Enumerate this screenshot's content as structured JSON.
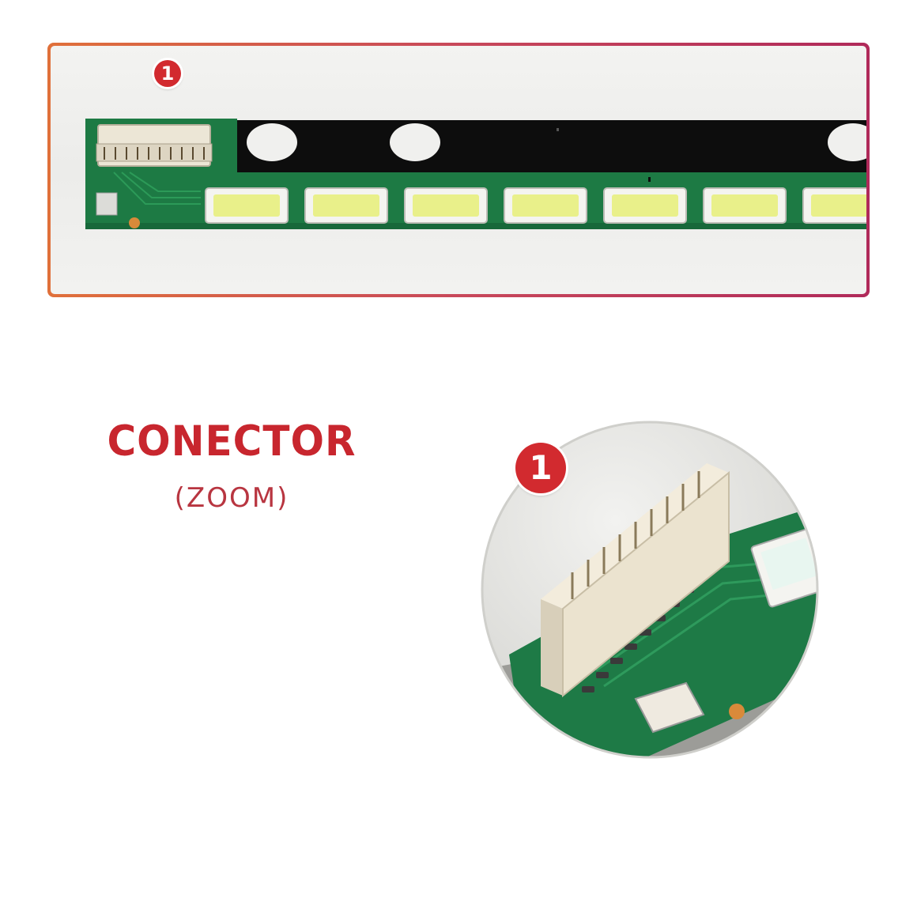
{
  "caption": {
    "title": "CONECTOR",
    "subtitle": "(ZOOM)"
  },
  "badges": {
    "top": "1",
    "zoom": "1"
  },
  "colors": {
    "accent_red": "#c8262e",
    "frame_orange": "#e0703a",
    "frame_magenta": "#b02a5a",
    "pcb_green": "#1d7a44",
    "led_yellow": "#e9f08a"
  }
}
